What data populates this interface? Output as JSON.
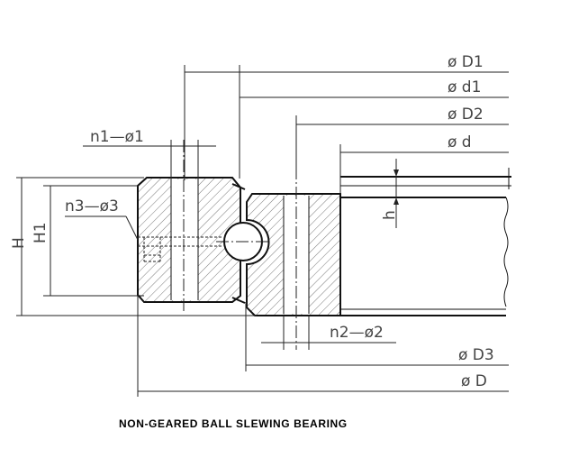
{
  "diagram": {
    "title": "NON-GEARED BALL SLEWING BEARING",
    "dimensions": {
      "D1": "ø D1",
      "d1": "ø d1",
      "D2": "ø D2",
      "d": "ø d",
      "D3": "ø D3",
      "D": "ø D",
      "n1": "n1—ø1",
      "n2": "n2—ø2",
      "n3": "n3—ø3",
      "H": "H",
      "H1": "H1",
      "h": "h"
    }
  }
}
